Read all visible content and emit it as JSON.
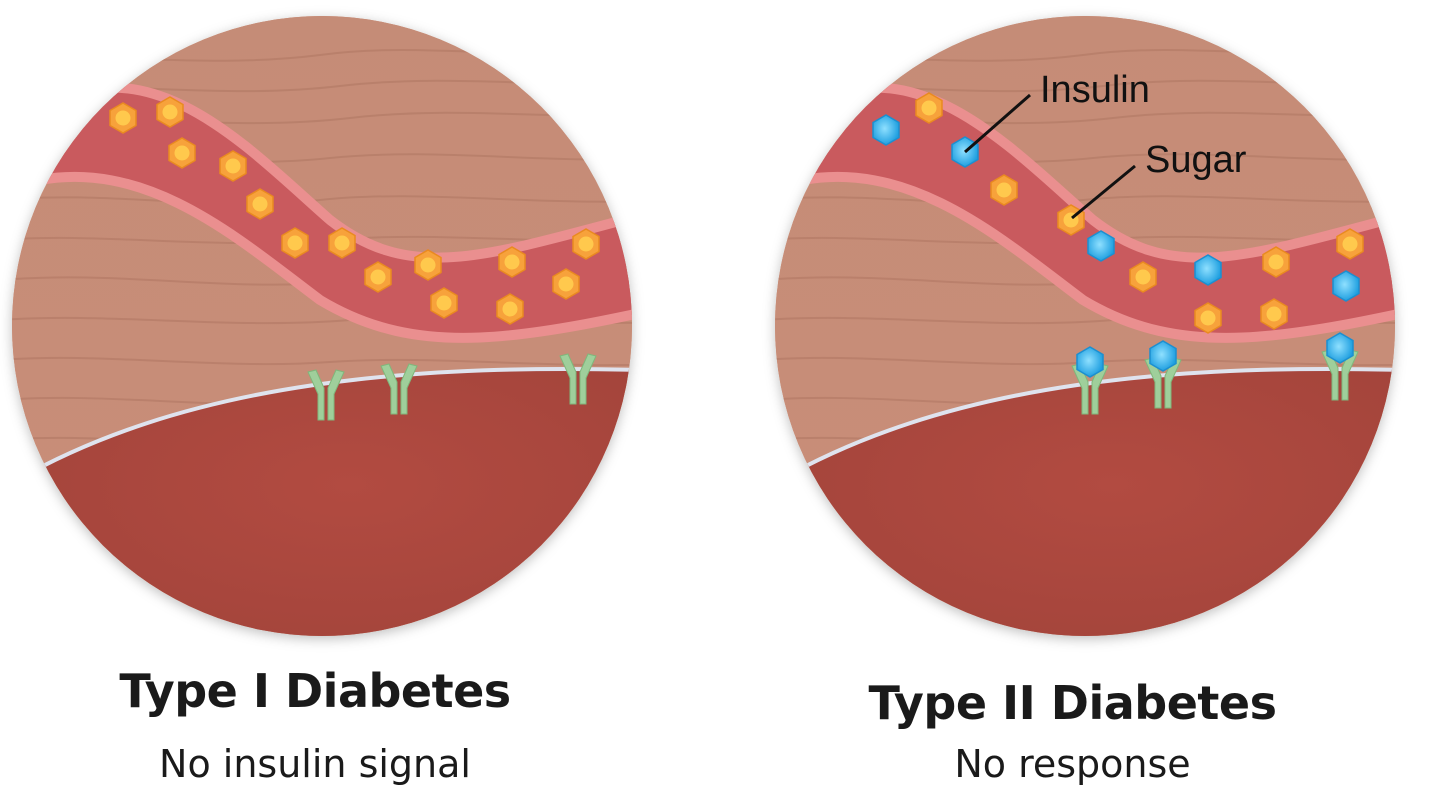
{
  "panels": [
    {
      "title": "Type I Diabetes",
      "subtitle": "No insulin signal",
      "receptors_bound_with_insulin": false
    },
    {
      "title": "Type II Diabetes",
      "subtitle": "No response",
      "receptors_bound_with_insulin": true,
      "labels": {
        "insulin": "Insulin",
        "sugar": "Sugar"
      }
    }
  ],
  "colors": {
    "tissue": "#c98a72",
    "vessel": "#c95a5e",
    "vessel_wall": "#e98c8c",
    "cell": "#a9493f",
    "membrane": "#d8dce8",
    "sugar": "#f7a23b",
    "insulin": "#29a9e8",
    "receptor": "#9fcf9b"
  }
}
